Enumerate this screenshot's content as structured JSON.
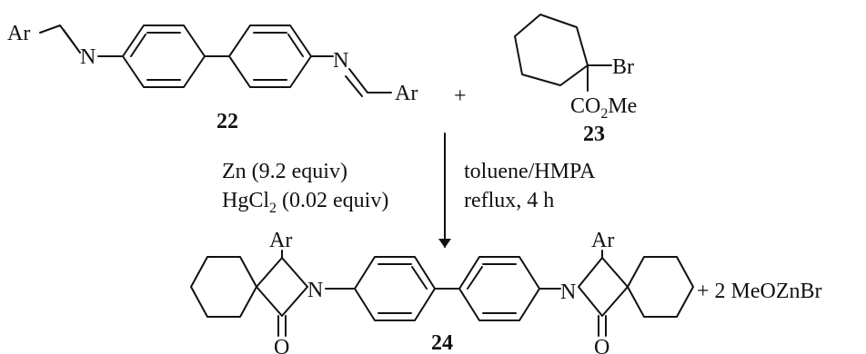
{
  "reactants": {
    "bis_imine": {
      "compound_number": "22",
      "aryl_left": "Ar",
      "aryl_right": "Ar",
      "nitrogen_left": "N",
      "nitrogen_right": "N"
    },
    "plus": "+",
    "bromoester": {
      "compound_number": "23",
      "bromine": "Br",
      "ester_prefix": "CO",
      "ester_sub": "2",
      "ester_suffix": "Me"
    }
  },
  "conditions": {
    "zinc": "Zn (9.2 equiv)",
    "mercury_prefix": "HgCl",
    "mercury_sub": "2",
    "mercury_suffix": " (0.02 equiv)",
    "solvent": "toluene/HMPA",
    "time": "reflux, 4 h"
  },
  "product": {
    "compound_number": "24",
    "aryl_left": "Ar",
    "aryl_right": "Ar",
    "nitrogen_left": "N",
    "nitrogen_right": "N",
    "oxygen_left": "O",
    "oxygen_right": "O",
    "byproduct": "+ 2 MeOZnBr"
  },
  "colors": {
    "ink": "#111111",
    "background": "#ffffff"
  }
}
